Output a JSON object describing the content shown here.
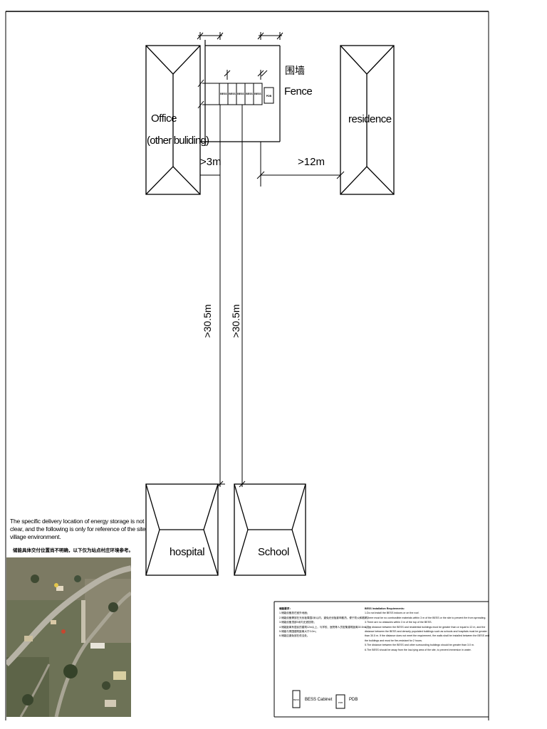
{
  "buildings": {
    "office_line1": "Office",
    "office_line2": "(other buliding)",
    "residence": "residence",
    "hospital": "hospital",
    "school": "School"
  },
  "fence": {
    "label_cn": "围墙",
    "label_en": "Fence",
    "cabinet_label": "BESS",
    "pdb_label": "PDB"
  },
  "dimensions": {
    "office_gap": ">3m",
    "residence_gap": ">12m",
    "hospital_dist": ">30.5m",
    "school_dist": ">30.5m"
  },
  "note": {
    "en": "The specific delivery location of energy storage is not clear, and the following is only for reference of the site village environment.",
    "cn": "储能具体交付位置尚不明确，以下仅为站点村庄环境参考。"
  },
  "title_block": {
    "cn_heading": "储能要求：",
    "cn_items": [
      "1.储能设备放在室外地面；",
      "2.储能设备需放在光伏板周围3米以内，避免光伏板影响散热，便于防火和散热；",
      "3.储能设备顶部3米内无遮挡物；",
      "4.储能距离有居民的建筑12m以上，与学校、医院等人员密集建筑距离30.5m以上；",
      "5.储能与周围建筑距离大于3.0m；",
      "6.储能应避免放在低洼处。"
    ],
    "en_heading": "BESS Installation Requirements:",
    "en_items": [
      "1.Do not install the BESS indoors or on the roof.",
      "2.There must be no combustible materials within 3 m of the BESS or the site to prevent fire from spreading.",
      "3.There are no obstacles within 3 m of the top of the BESS.",
      "4.The distance between the BESS and residential buildings must be greater than or equal to 12 m, and the",
      "distance between the BESS and densely populated buildings such as schools and hospitals must be greater",
      "than 30.5 m. If the distance does not meet the requirement, fire walls shall be installed between the BESS and",
      "the buildings and must be fire-resistant for 2 hours.",
      "5.The distance between the BESS and other surrounding buildings should be greater than 3.0 m.",
      "6.The BESS should be away from the low-lying area of the site, to prevent immersion in water."
    ],
    "legend_cabinet": "BESS Cabinet",
    "legend_pdb": "PDB"
  }
}
